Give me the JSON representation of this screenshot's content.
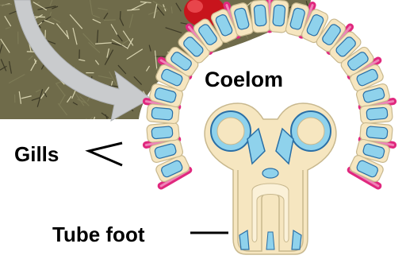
{
  "labels": {
    "coelom": "Coelom",
    "gills": "Gills",
    "tube_foot": "Tube foot"
  },
  "colors": {
    "plate": "#f6e6c0",
    "plate_stroke": "#c8b88e",
    "water_vascular": "#8fd2ec",
    "water_vascular_stroke": "#2a6fa6",
    "gill": "#e0287e",
    "gill_light": "#ef84b8",
    "arrow": "#c9cbcd",
    "photo_dark": "#3d3a27",
    "photo_mid": "#7e7b57",
    "photo_red": "#c8141c"
  }
}
